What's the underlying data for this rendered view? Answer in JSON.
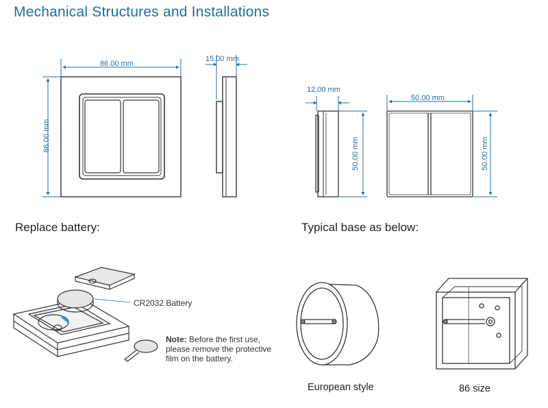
{
  "title": "Mechanical Structures and Installations",
  "dimensions": {
    "front_width": "86.00 mm",
    "front_height": "86.00 mm",
    "side_depth": "15.00 mm",
    "small_side_depth": "12.00 mm",
    "small_side_height": "50.00 mm",
    "small_front_width": "50.00 mm",
    "small_front_height": "50.00 mm"
  },
  "sections": {
    "replace_battery": "Replace battery:",
    "typical_base": "Typical base as below:"
  },
  "battery_label": "CR2032 Battery",
  "note": {
    "prefix": "Note:",
    "text": "Before the first use, please remove the protective film on the battery."
  },
  "bases": {
    "european": "European style",
    "size86": "86 size"
  },
  "colors": {
    "accent": "#1f6f9c",
    "line": "#333333"
  }
}
